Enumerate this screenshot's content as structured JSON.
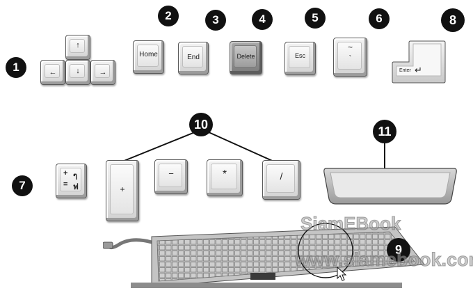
{
  "badges": {
    "b1": "1",
    "b2": "2",
    "b3": "3",
    "b4": "4",
    "b5": "5",
    "b6": "6",
    "b7": "7",
    "b8": "8",
    "b9": "9",
    "b10": "10",
    "b11": "11"
  },
  "keys": {
    "arrow_up": "↑",
    "arrow_left": "←",
    "arrow_down": "↓",
    "arrow_right": "→",
    "home": "Home",
    "end": "End",
    "delete": "Delete",
    "esc": "Esc",
    "tilde_top": "~",
    "tilde_bottom": "`",
    "enter": "Enter",
    "enter_arrow": "↵",
    "lang_tl": "+",
    "lang_tr": "ๆ",
    "lang_bl": "=",
    "lang_br": "ฟ",
    "numpad_plus": "+",
    "numpad_minus": "−",
    "numpad_star": "*",
    "numpad_slash": "/"
  },
  "watermarks": {
    "top": "SiamEBook",
    "bottom": "www.siamebook.com"
  },
  "colors": {
    "badge": "#111111",
    "key_light": "#e8e8e8",
    "key_dark": "#8c8c8c"
  }
}
